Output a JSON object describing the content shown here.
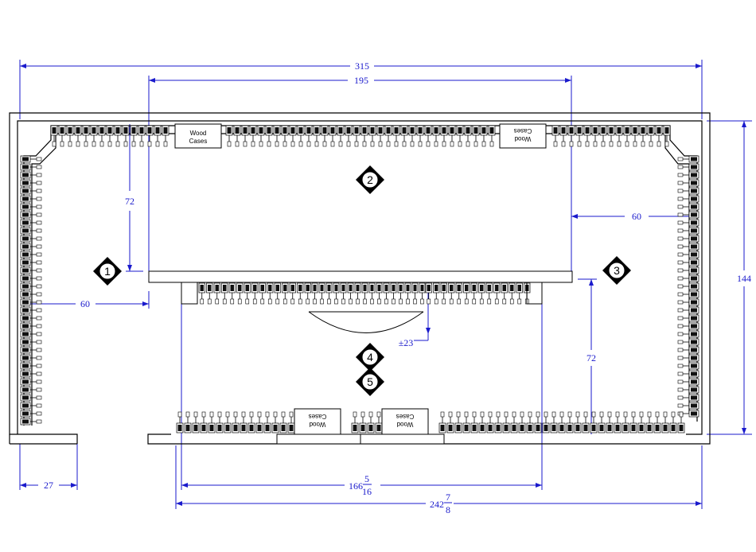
{
  "dimensions": {
    "overall_width": "315",
    "inner_width": "195",
    "top_depth": "72",
    "left_clearance": "60",
    "right_clearance": "60",
    "right_depth": "72",
    "height": "144",
    "door_width": "27",
    "island_width": "166",
    "island_width_num": "5",
    "island_width_den": "16",
    "bottom_width": "242",
    "bottom_width_num": "7",
    "bottom_width_den": "8",
    "arc_depth": "±23"
  },
  "markers": [
    "1",
    "2",
    "3",
    "4",
    "5"
  ],
  "cases": {
    "top_left": [
      "Wood",
      "Cases"
    ],
    "top_right": [
      "Wood",
      "Cases"
    ],
    "bottom_left": [
      "Wood",
      "Cases"
    ],
    "bottom_right": [
      "Wood",
      "Cases"
    ]
  },
  "colors": {
    "dimension": "#1a1acc",
    "wall": "#000000",
    "rack": "#111111"
  }
}
